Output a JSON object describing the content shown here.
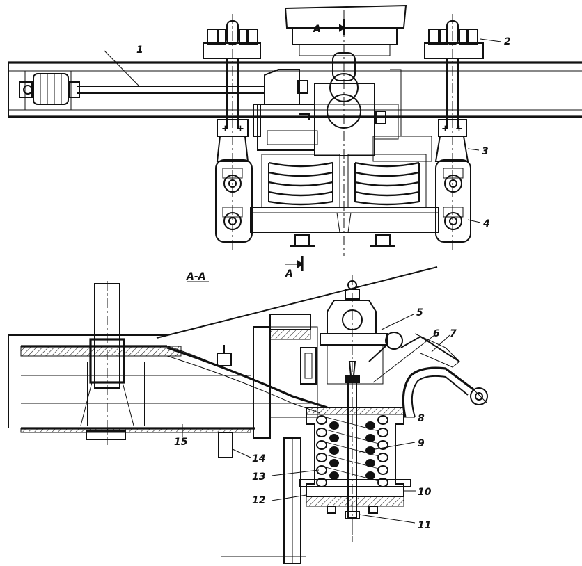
{
  "callouts": {
    "c1": "1",
    "c2": "2",
    "c3": "3",
    "c4": "4",
    "c5": "5",
    "c6": "6",
    "c7": "7",
    "c8": "8",
    "c9": "9",
    "c10": "10",
    "c11": "11",
    "c12": "12",
    "c13": "13",
    "c14": "14",
    "c15": "15"
  },
  "section": {
    "cut_top": "A",
    "cut_bottom": "A",
    "view_title": "A-A"
  },
  "colors": {
    "ink": "#111111",
    "paper": "#ffffff"
  }
}
